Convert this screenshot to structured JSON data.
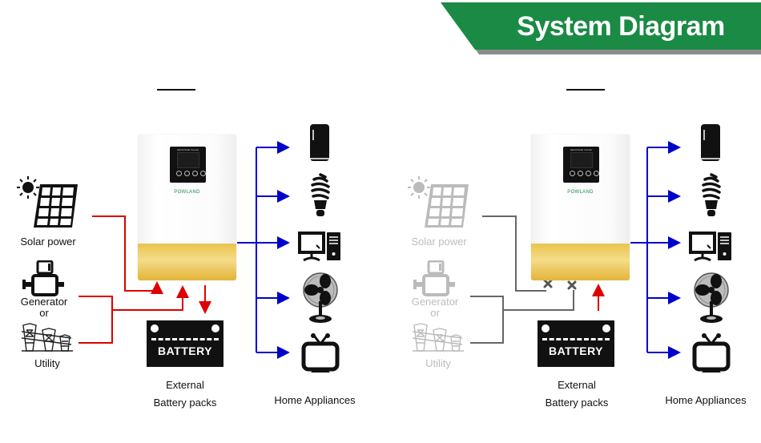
{
  "header": {
    "title": "System Diagram",
    "colors": {
      "banner_green": "#1a8a45",
      "banner_shadow": "#8c8c8c"
    }
  },
  "legend_colors": {
    "source_line": "#dd0000",
    "load_line": "#0000cc",
    "inactive_line": "#666666"
  },
  "panels": [
    {
      "id": "grid-solar-mode",
      "sources": {
        "solar": {
          "label": "Solar power",
          "state": "active"
        },
        "generator": {
          "label": "Generator",
          "state": "active"
        },
        "or": {
          "label": "or"
        },
        "utility": {
          "label": "Utility",
          "state": "active"
        }
      },
      "inverter": {
        "brand": "POWLAND",
        "screen_caption": "Hybrid Solar Inverter"
      },
      "battery": {
        "label": "BATTERY",
        "caption_line1": "External",
        "caption_line2": "Battery packs",
        "flow": "charging"
      },
      "loads": {
        "caption": "Home Appliances",
        "items": [
          "refrigerator",
          "light-bulb",
          "computer",
          "fan",
          "television"
        ]
      }
    },
    {
      "id": "battery-mode",
      "sources": {
        "solar": {
          "label": "Solar power",
          "state": "disconnected"
        },
        "generator": {
          "label": "Generator",
          "state": "disconnected"
        },
        "or": {
          "label": "or"
        },
        "utility": {
          "label": "Utility",
          "state": "disconnected"
        }
      },
      "inverter": {
        "brand": "POWLAND",
        "screen_caption": "Hybrid Solar Inverter"
      },
      "battery": {
        "label": "BATTERY",
        "caption_line1": "External",
        "caption_line2": "Battery packs",
        "flow": "discharging"
      },
      "loads": {
        "caption": "Home Appliances",
        "items": [
          "refrigerator",
          "light-bulb",
          "computer",
          "fan",
          "television"
        ]
      }
    }
  ]
}
